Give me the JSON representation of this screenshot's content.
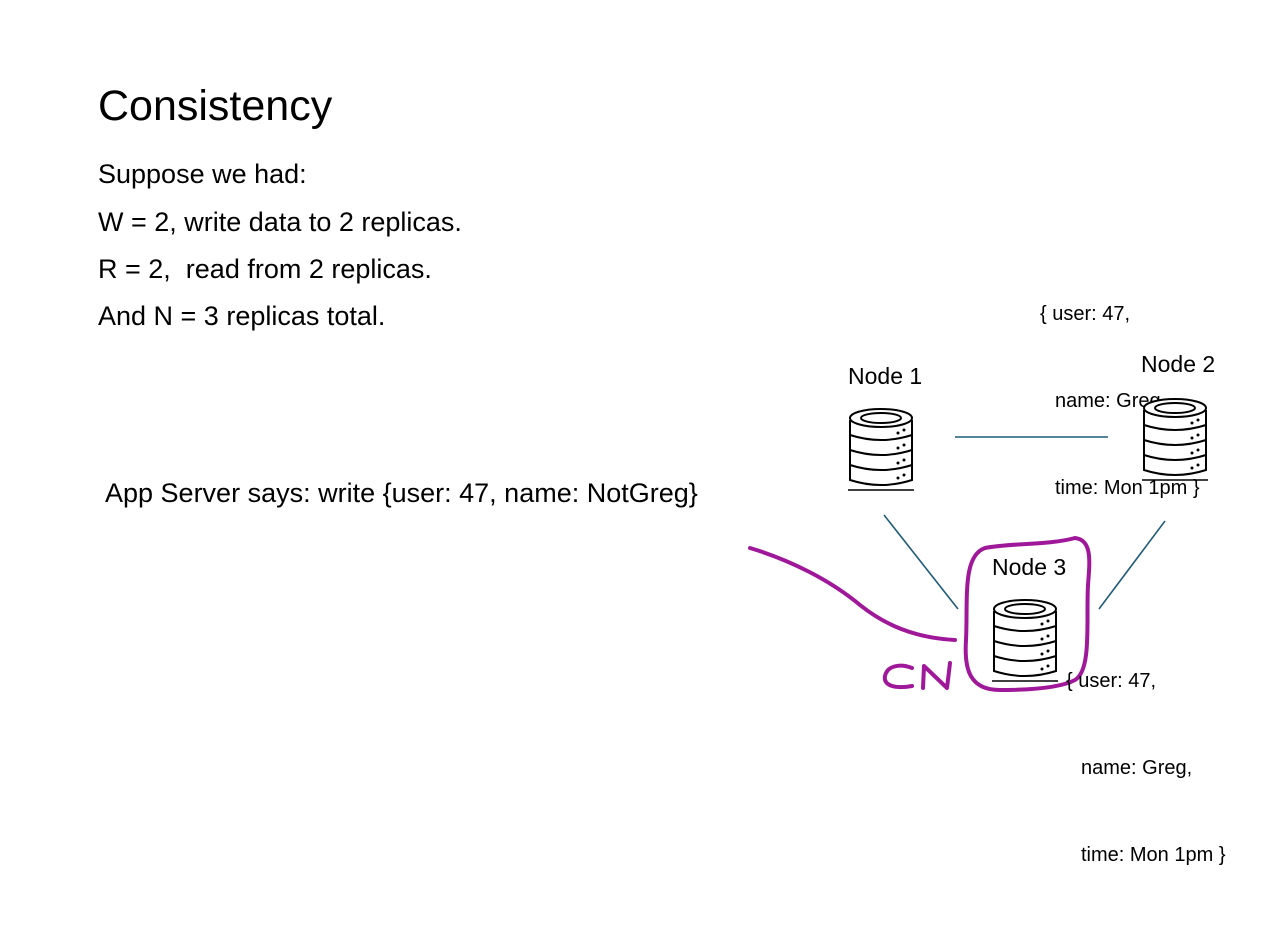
{
  "slide": {
    "title": "Consistency",
    "body_lines": [
      "Suppose we had:",
      "W = 2, write data to 2 replicas.",
      "R = 2,  read from 2 replicas.",
      "And N = 3 replicas total."
    ],
    "app_server_text": "App Server says: write {user: 47, name: NotGreg}"
  },
  "diagram": {
    "nodes": [
      {
        "label": "Node 1",
        "icon": "database-icon"
      },
      {
        "label": "Node 2",
        "icon": "database-icon"
      },
      {
        "label": "Node 3",
        "icon": "database-icon"
      }
    ],
    "record_node2": [
      "{ user: 47,",
      "name: Greg,",
      "time: Mon 1pm }"
    ],
    "record_node3": [
      "{ user: 47,",
      "name: Greg,",
      "time: Mon 1pm }"
    ],
    "connection_color": "#1f5c7a"
  },
  "annotation": {
    "handwritten_label": "CN",
    "ink_color": "#a0189a"
  }
}
